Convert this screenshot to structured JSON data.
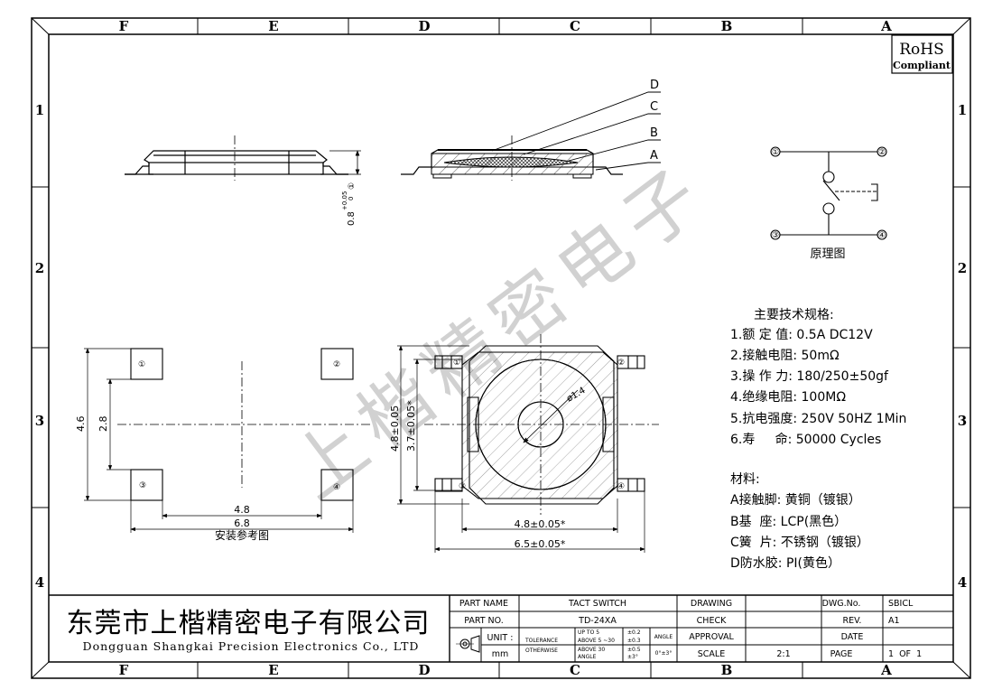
{
  "frame": {
    "col_letters": [
      "F",
      "E",
      "D",
      "C",
      "B",
      "A"
    ],
    "row_numbers": [
      "1",
      "2",
      "3",
      "4"
    ]
  },
  "rohs": {
    "line1": "RoHS",
    "line2": "Compliant"
  },
  "callouts": {
    "d": "D",
    "c": "C",
    "b": "B",
    "a": "A"
  },
  "dims": {
    "thickness": "0.8",
    "thickness_tol_upper": "+0.05",
    "thickness_tol_lower": "0",
    "thickness_note": "①",
    "pad_height_outer": "4.6",
    "pad_height_inner": "2.8",
    "pad_width_inner": "4.8",
    "pad_width_outer": "6.8",
    "body_height": "4.8±0.05",
    "cavity_height": "3.7±0.05*",
    "body_width": "4.8±0.05*",
    "total_width": "6.5±0.05*",
    "button_dia": "ø1.4"
  },
  "pads": {
    "p1": "①",
    "p2": "②",
    "p3": "③",
    "p4": "④"
  },
  "labels": {
    "mounting": "安装参考图",
    "schematic": "原理图"
  },
  "specs": {
    "title": "主要技术规格:",
    "lines": [
      "1.额 定 值: 0.5A DC12V",
      "2.接触电阻: 50mΩ",
      "3.操 作 力: 180/250±50gf",
      "4.绝缘电阻: 100MΩ",
      "5.抗电强度: 250V 50HZ 1Min",
      "6.寿     命: 50000 Cycles"
    ]
  },
  "materials": {
    "title": "材料:",
    "lines": [
      "A接触脚: 黄铜（镀银）",
      "B基  座: LCP(黑色）",
      "C簧  片: 不锈钢（镀银）",
      "D防水胶: PI(黄色）"
    ]
  },
  "watermark": "上楷精密电子",
  "company": {
    "cn": "东莞市上楷精密电子有限公司",
    "en": "Dongguan Shangkai Precision Electronics Co., LTD"
  },
  "title_block": {
    "part_name_label": "PART NAME",
    "part_name": "TACT SWITCH",
    "part_no_label": "PART NO.",
    "part_no": "TD-24XA",
    "unit_label": "UNIT :",
    "unit": "mm",
    "tolerance_label": "TOLERANCE",
    "otherwise_label": "OTHERWISE",
    "tol_row1": "UP TO 5",
    "tol_row1_val": "±0.2",
    "tol_row2": "ABOVE 5 ~30",
    "tol_row2_val": "±0.3",
    "tol_row3": "ABOVE 30",
    "tol_row3_val": "±0.5",
    "tol_row4": "ANGLE",
    "tol_row4_val": "±3°",
    "angle_label": "ANGLE",
    "angle_val": "0°±3°",
    "drawing_label": "DRAWING",
    "check_label": "CHECK",
    "approval_label": "APPROVAL",
    "scale_label": "SCALE",
    "scale": "2:1",
    "dwg_no_label": "DWG.No.",
    "dwg_no": "SBICL",
    "rev_label": "REV.",
    "rev": "A1",
    "date_label": "DATE",
    "date": "",
    "page_label": "PAGE",
    "page": "1  OF  1"
  }
}
